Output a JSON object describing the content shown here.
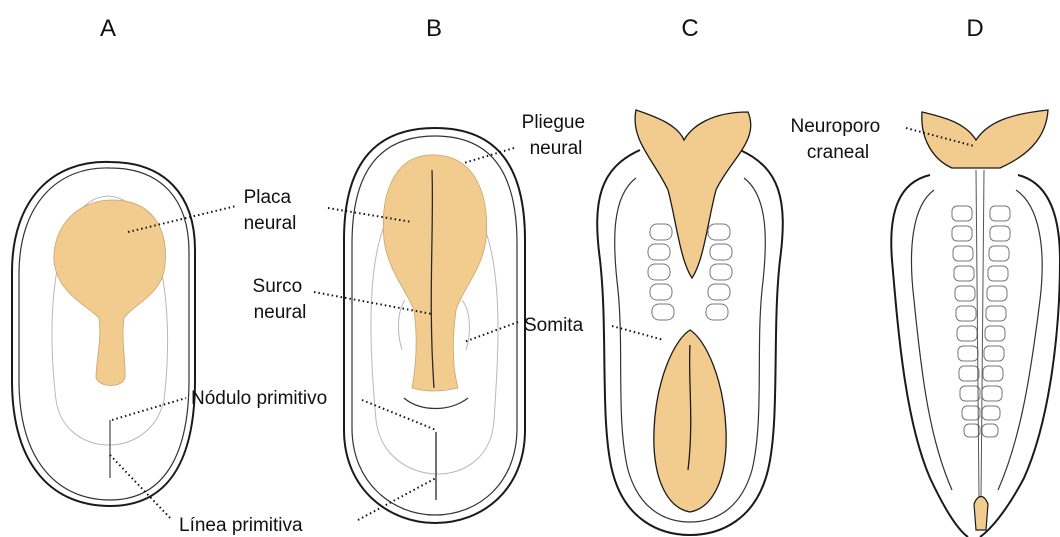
{
  "panels": {
    "a": "A",
    "b": "B",
    "c": "C",
    "d": "D"
  },
  "labels": {
    "placa_l1": "Placa",
    "placa_l2": "neural",
    "surco_l1": "Surco",
    "surco_l2": "neural",
    "nodulo": "Nódulo primitivo",
    "linea": "Línea primitiva",
    "pliegue_l1": "Pliegue",
    "pliegue_l2": "neural",
    "somita": "Somita",
    "neuroporo_l1": "Neuroporo",
    "neuroporo_l2": "craneal"
  },
  "colors": {
    "neural_tissue": "#f2cc8f",
    "outline": "#1a1a1a",
    "background": "#ffffff"
  }
}
